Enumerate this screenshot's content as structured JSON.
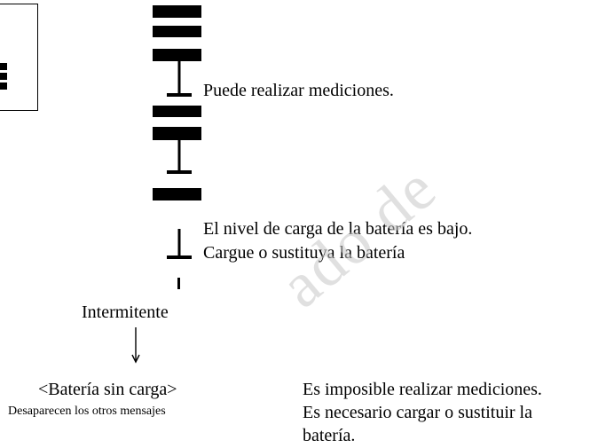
{
  "states": {
    "full": {
      "label": "Puede realizar mediciones."
    },
    "low": {
      "line1": "El nivel de carga de la batería es bajo.",
      "line2": "Cargue o sustituya la batería"
    },
    "blink": {
      "label": "Intermitente"
    },
    "empty": {
      "title": "<Batería sin carga>",
      "note": "Desaparecen los otros mensajes",
      "line1": "Es imposible realizar mediciones.",
      "line2": "Es necesario cargar o sustituir la",
      "line3": "batería."
    }
  },
  "watermark": "ado de",
  "colors": {
    "ink": "#000000",
    "watermark": "#c8c8c8"
  }
}
